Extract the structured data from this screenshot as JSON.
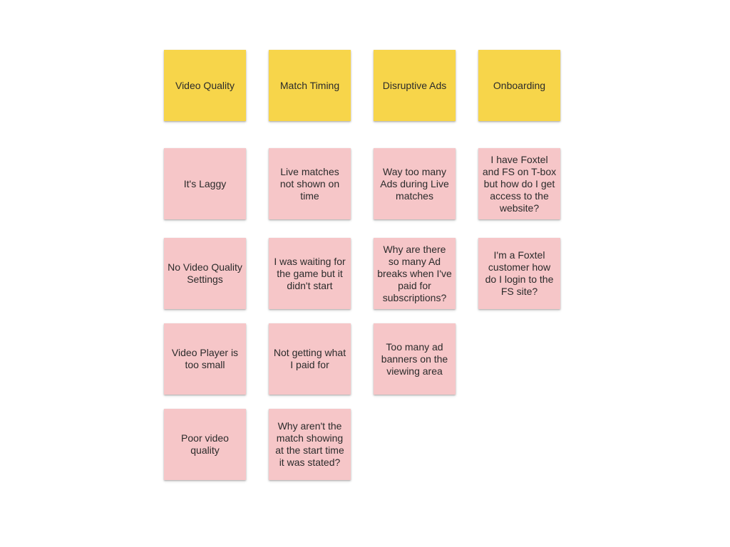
{
  "colors": {
    "header_note": "#f7d54a",
    "card_note": "#f6c6c8",
    "background": "#ffffff"
  },
  "columns": [
    {
      "header": "Video Quality",
      "cards": [
        "It's Laggy",
        "No Video Quality Settings",
        "Video Player is too small",
        "Poor video quality"
      ]
    },
    {
      "header": "Match Timing",
      "cards": [
        "Live matches not shown on time",
        "I was waiting for the game but it didn't start",
        "Not getting what I paid for",
        "Why aren't the match showing at the start time it was stated?"
      ]
    },
    {
      "header": "Disruptive Ads",
      "cards": [
        "Way too many Ads during Live matches",
        "Why are there so many Ad breaks when I've paid for subscriptions?",
        "Too many ad banners on the viewing area"
      ]
    },
    {
      "header": "Onboarding",
      "cards": [
        "I have Foxtel and FS on T-box but how do I get access to the website?",
        "I'm a Foxtel customer how do I login to the FS site?"
      ]
    }
  ]
}
